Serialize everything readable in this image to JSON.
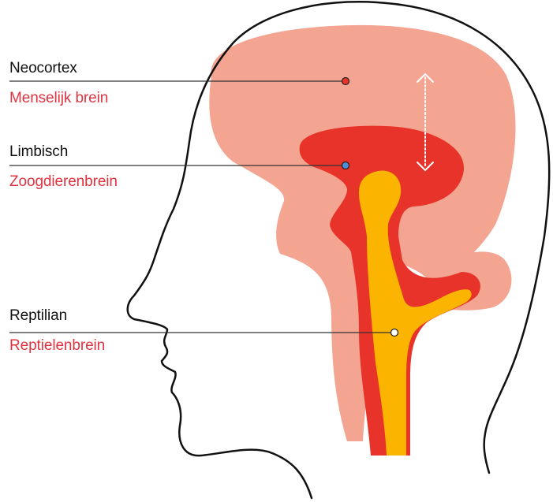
{
  "labels": [
    {
      "id": "neocortex",
      "name": "Neocortex",
      "subtitle": "Menselijk brein"
    },
    {
      "id": "limbic",
      "name": "Limbisch",
      "subtitle": "Zoogdierenbrein"
    },
    {
      "id": "reptilian",
      "name": "Reptilian",
      "subtitle": "Reptielenbrein"
    }
  ],
  "colors": {
    "neocortex": "#f4a592",
    "limbic": "#e8332a",
    "reptilian": "#fbb400",
    "subtitle_text": "#e03340",
    "outline": "#111111",
    "limbic_marker": "#4d8fd6",
    "neocortex_marker": "#e8332a",
    "reptilian_marker": "#ffffff",
    "arrow": "#ffffff"
  },
  "icons": {
    "arrow": "double-headed-vertical-arrow"
  }
}
